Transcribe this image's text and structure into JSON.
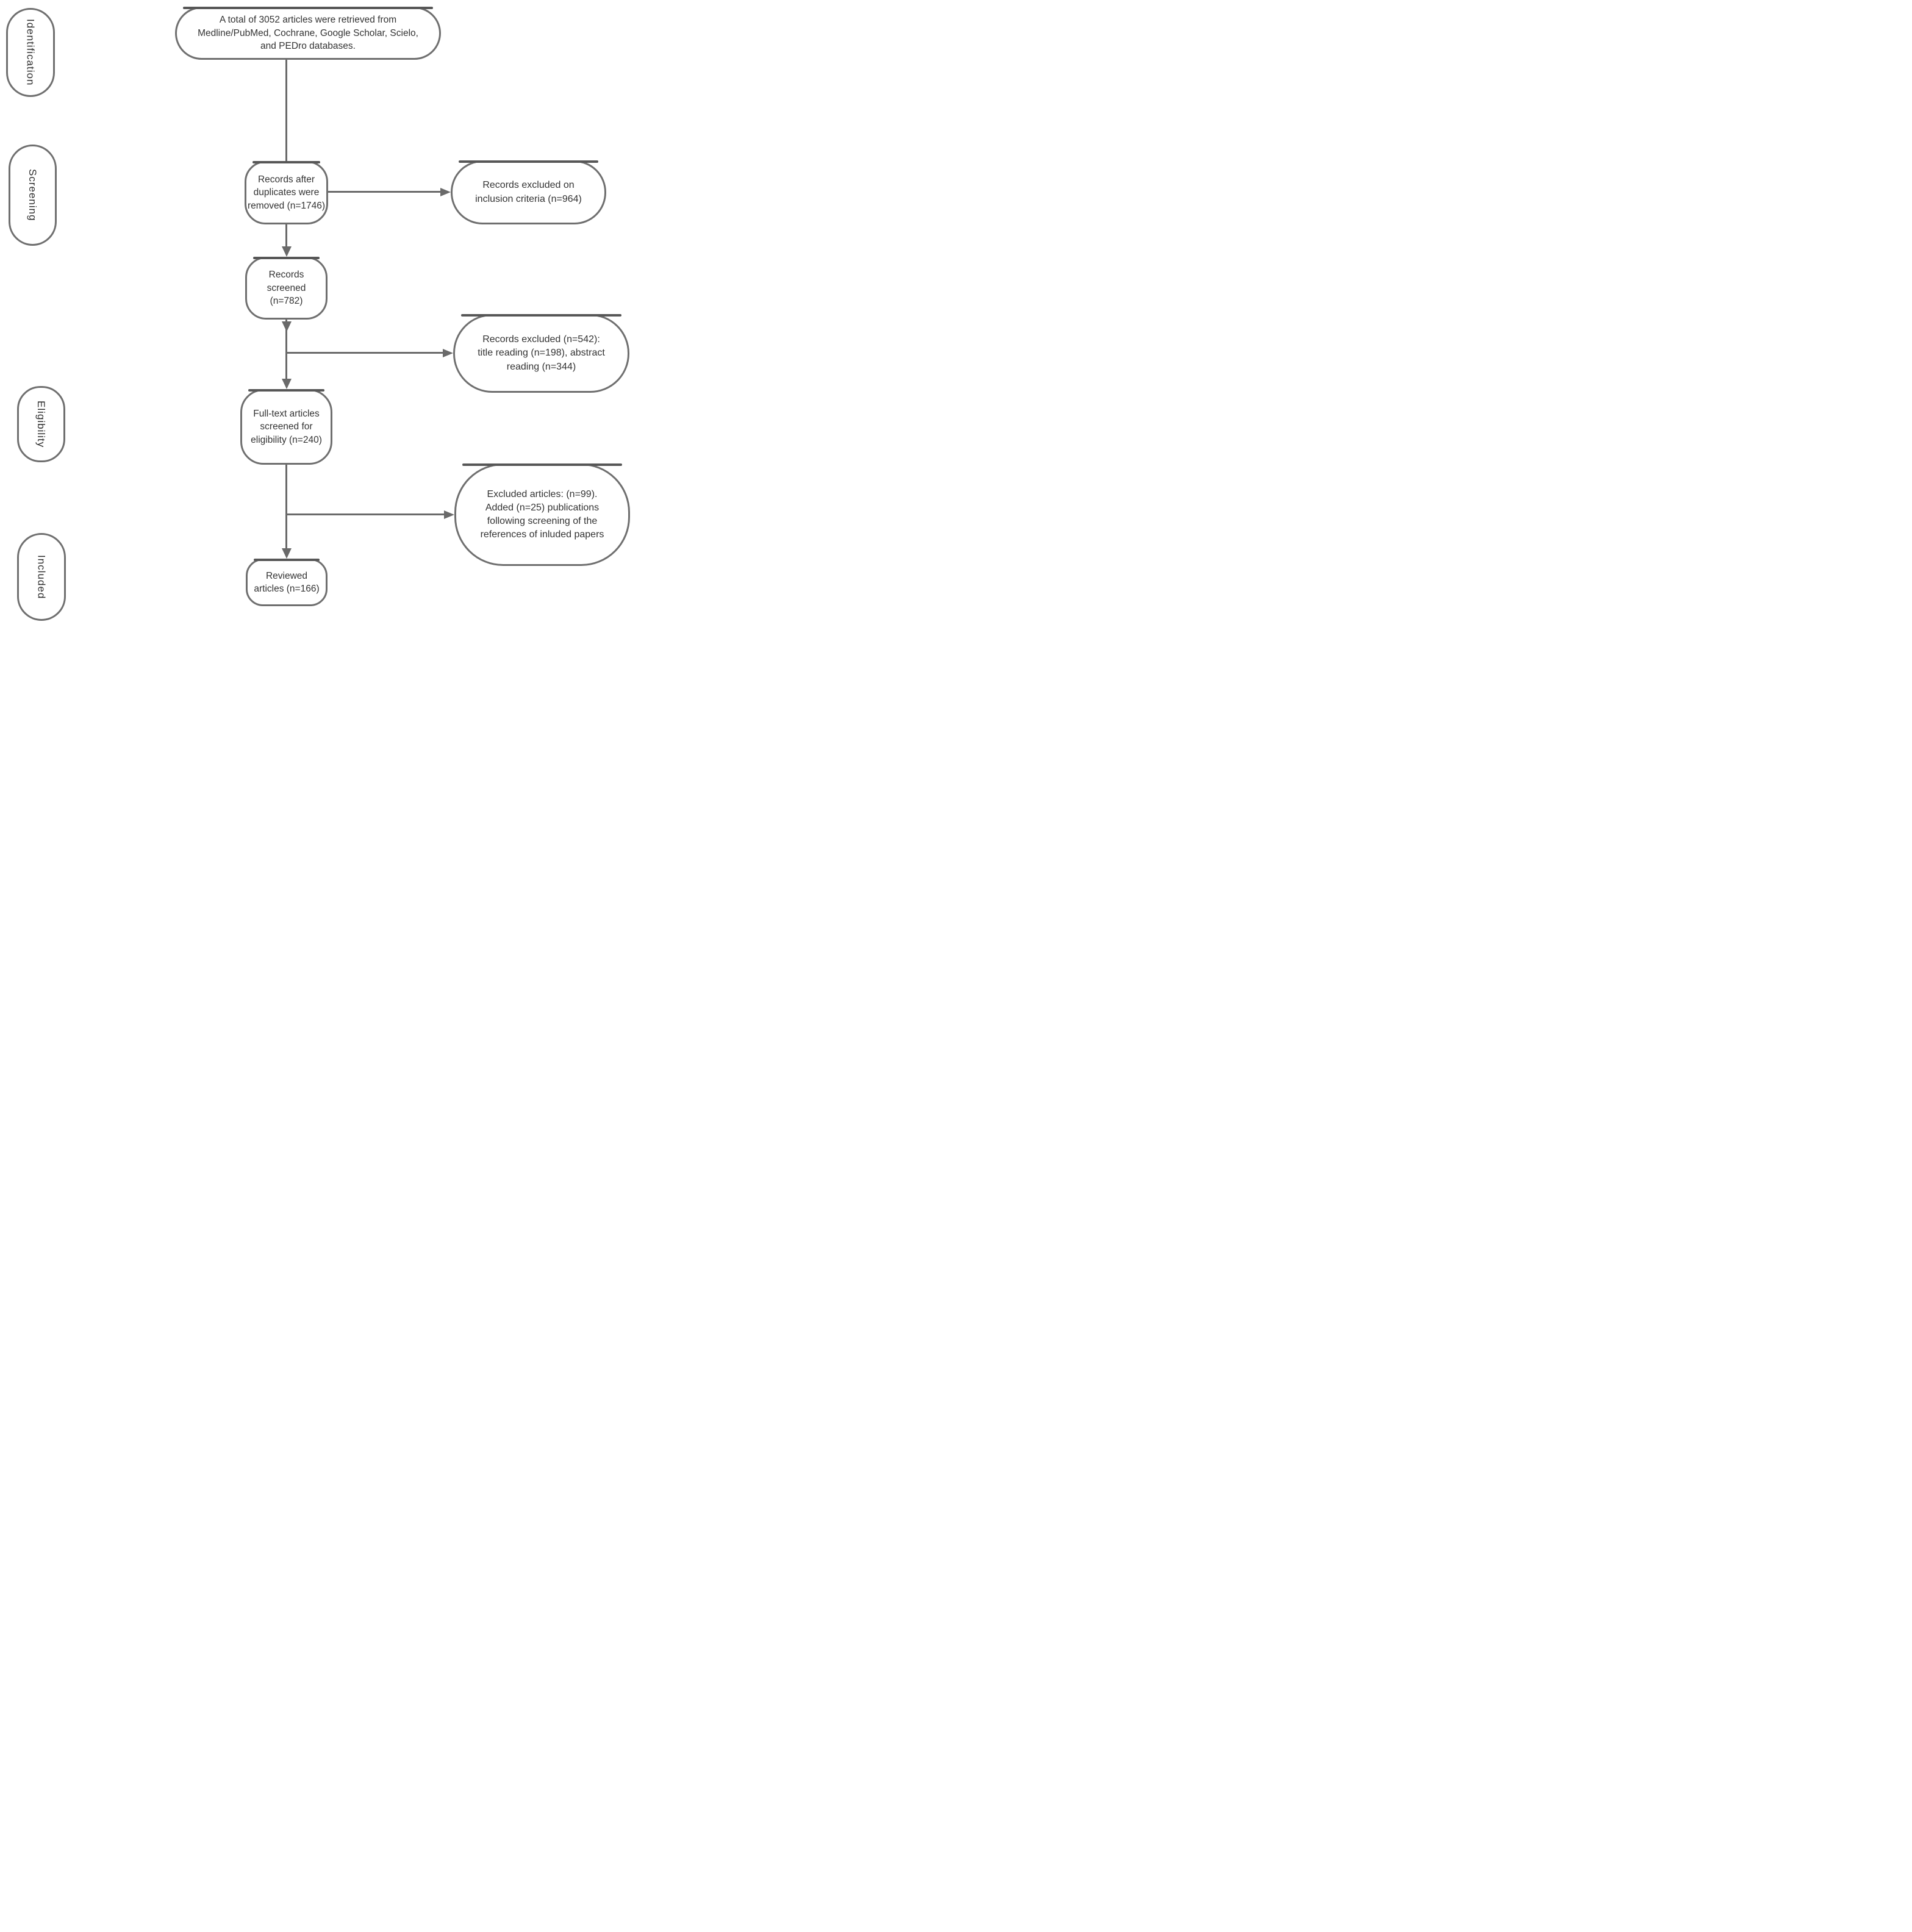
{
  "diagram": {
    "type": "prisma-flowchart",
    "stages": {
      "identification": "Identification",
      "screening": "Screening",
      "eligibility": "Eligibility",
      "included": "Included"
    },
    "nodes": {
      "source": {
        "lines": [
          "A total of 3052 articles were retrieved from",
          "Medline/PubMed, Cochrane, Google Scholar, Scielo,",
          "and PEDro databases."
        ]
      },
      "duplicates_removed": {
        "lines": [
          "Records after",
          "duplicates were",
          "removed (n=1746)"
        ]
      },
      "records_screened": {
        "lines": [
          "Records",
          "screened",
          "(n=782)"
        ]
      },
      "fulltext_screened": {
        "lines": [
          "Full-text articles",
          "screened for",
          "eligibility (n=240)"
        ]
      },
      "reviewed_articles": {
        "lines": [
          "Reviewed",
          "articles (n=166)"
        ]
      },
      "excluded_inclusion": {
        "lines": [
          "Records excluded on",
          "inclusion criteria (n=964)"
        ]
      },
      "excluded_records": {
        "lines": [
          "Records excluded (n=542):",
          "title reading (n=198), abstract",
          "reading (n=344)"
        ]
      },
      "excluded_articles": {
        "lines": [
          "Excluded articles: (n=99).",
          "Added (n=25) publications",
          "following screening of the",
          "references of inluded  papers"
        ]
      }
    },
    "counts": {
      "total_retrieved": 3052,
      "after_duplicates_removed": 1746,
      "excluded_on_inclusion_criteria": 964,
      "records_screened": 782,
      "records_excluded": 542,
      "excluded_title_reading": 198,
      "excluded_abstract_reading": 344,
      "fulltext_screened": 240,
      "excluded_articles": 99,
      "added_publications": 25,
      "reviewed_articles": 166
    },
    "colors": {
      "background": "#ffffff",
      "box_border": "#6f6f6f",
      "box_top_band": "#575757",
      "arrow": "#6a6a6a",
      "text": "#333333"
    }
  }
}
